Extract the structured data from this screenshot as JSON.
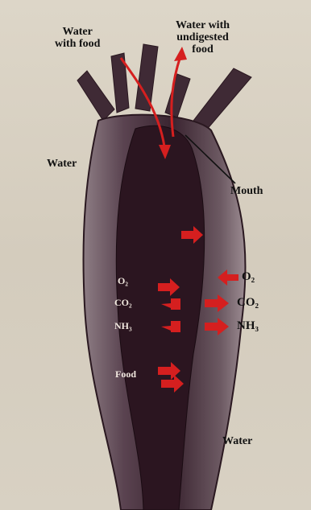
{
  "labels": {
    "water_with_food": "Water\nwith food",
    "water_with_undigested_food": "Water with\nundigested\nfood",
    "water_left": "Water",
    "mouth": "Mouth",
    "water_bottom": "Water"
  },
  "inner_labels": {
    "o2": "O₂",
    "co2": "CO₂",
    "nh3": "NH₃",
    "food": "Food"
  },
  "outer_labels": {
    "o2": "O₂",
    "co2": "CO₂",
    "nh3": "NH₃"
  },
  "colors": {
    "body": "#4a3340",
    "body_light": "#7b6a73",
    "cavity": "#2b1520",
    "arrow": "#d51f1f",
    "background": "#d9d2c4"
  }
}
